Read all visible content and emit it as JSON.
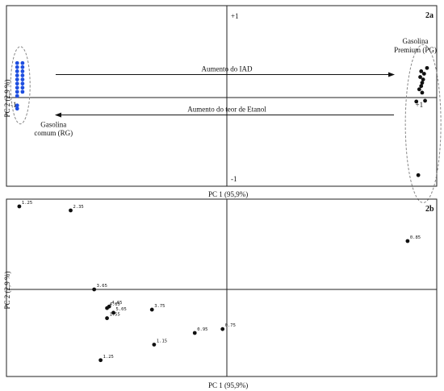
{
  "colors": {
    "blue": "#1f4fe0",
    "black": "#111111",
    "frame": "#222222",
    "ellipse": "#888888"
  },
  "chart_data": [
    {
      "type": "scatter",
      "panel_label": "2a",
      "xlabel": "PC 1 (95,9%)",
      "ylabel": "PC 2 (2,9 %)",
      "xlim": [
        -1.03,
        1.08
      ],
      "ylim": [
        -1.12,
        1.12
      ],
      "axis_labels": {
        "x_neg": "-1",
        "x_pos": "+1",
        "y_neg": "-1",
        "y_pos": "+1"
      },
      "arrows": [
        {
          "label": "Aumento do IAD",
          "direction": "right",
          "y": 0.28
        },
        {
          "label": "Aumento do teor de Etanol",
          "direction": "left",
          "y": -0.22
        }
      ],
      "groups": [
        {
          "name_line1": "Gasolina",
          "name_line2": "comum (RG)",
          "color": "blue"
        },
        {
          "name_line1": "Gasolina",
          "name_line2": "Premium (PG)",
          "color": "black"
        }
      ],
      "series": [
        {
          "color": "blue",
          "points": [
            [
              -0.98,
              0.42
            ],
            [
              -0.98,
              0.37
            ],
            [
              -0.98,
              0.32
            ],
            [
              -0.98,
              0.27
            ],
            [
              -0.98,
              0.22
            ],
            [
              -0.98,
              0.17
            ],
            [
              -0.98,
              0.12
            ],
            [
              -0.98,
              0.07
            ],
            [
              -0.98,
              0.02
            ],
            [
              -0.98,
              -0.1
            ],
            [
              -0.98,
              -0.14
            ],
            [
              -0.955,
              0.42
            ],
            [
              -0.955,
              0.37
            ],
            [
              -0.955,
              0.32
            ],
            [
              -0.955,
              0.27
            ],
            [
              -0.955,
              0.22
            ],
            [
              -0.955,
              0.17
            ],
            [
              -0.955,
              0.12
            ],
            [
              -0.955,
              0.07
            ]
          ]
        },
        {
          "color": "black",
          "points": [
            [
              1.03,
              0.36
            ],
            [
              1.0,
              0.32
            ],
            [
              1.015,
              0.29
            ],
            [
              0.995,
              0.25
            ],
            [
              1.01,
              0.22
            ],
            [
              1.005,
              0.18
            ],
            [
              1.0,
              0.14
            ],
            [
              0.99,
              0.1
            ],
            [
              1.005,
              0.06
            ],
            [
              0.975,
              -0.05
            ],
            [
              1.02,
              -0.04
            ],
            [
              0.985,
              -0.98
            ]
          ]
        }
      ]
    },
    {
      "type": "scatter",
      "panel_label": "2b",
      "xlabel": "PC 1 (95,9%)",
      "ylabel": "PC 2 (2,9 %)",
      "xlim": [
        -1.03,
        1.08
      ],
      "ylim": [
        -1.12,
        1.12
      ],
      "points": [
        {
          "x": -0.97,
          "y": 1.03,
          "label": "1.25"
        },
        {
          "x": -0.73,
          "y": 0.98,
          "label": "2.35"
        },
        {
          "x": 0.93,
          "y": 0.6,
          "label": "0.85"
        },
        {
          "x": -0.62,
          "y": 0.0,
          "label": "3.65"
        },
        {
          "x": -0.56,
          "y": -0.24,
          "label": "4.05"
        },
        {
          "x": -0.55,
          "y": -0.22,
          "label": "4.65"
        },
        {
          "x": -0.53,
          "y": -0.3,
          "label": "5.05"
        },
        {
          "x": -0.56,
          "y": -0.37,
          "label": "1.55"
        },
        {
          "x": -0.35,
          "y": -0.26,
          "label": "3.75"
        },
        {
          "x": -0.15,
          "y": -0.56,
          "label": "0.95"
        },
        {
          "x": -0.02,
          "y": -0.51,
          "label": "0.75"
        },
        {
          "x": -0.34,
          "y": -0.71,
          "label": "1.15"
        },
        {
          "x": -0.59,
          "y": -0.91,
          "label": "1.25"
        }
      ]
    }
  ]
}
